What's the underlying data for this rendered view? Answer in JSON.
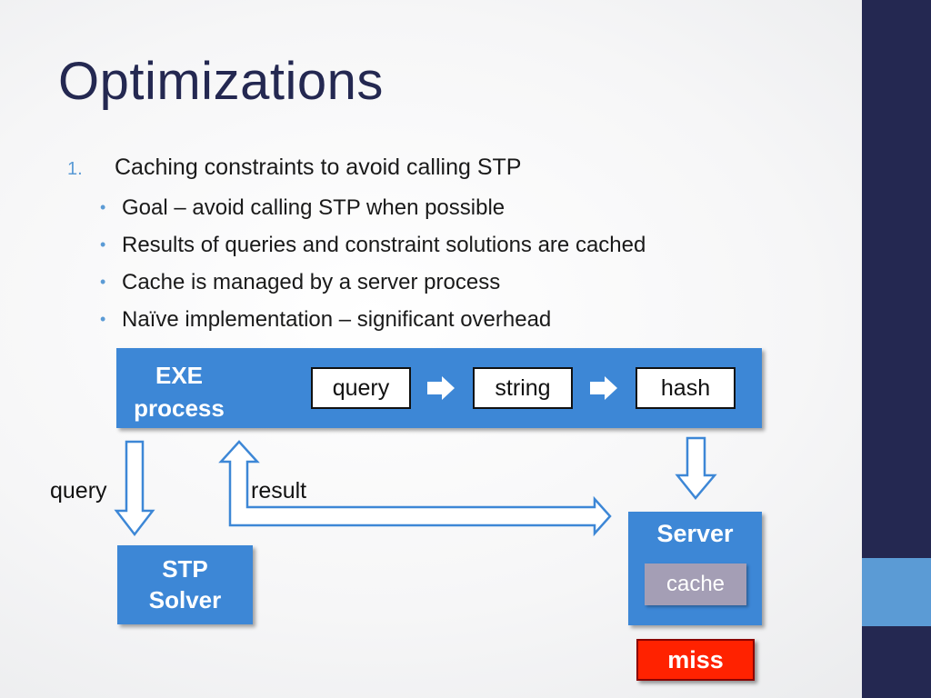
{
  "slide": {
    "title": "Optimizations",
    "bullet_number": "1.",
    "main_bullet": "Caching constraints to avoid calling STP",
    "bullet_marker": "•",
    "sub_bullets": [
      "Goal – avoid calling STP when possible",
      "Results of queries and constraint solutions are cached",
      "Cache is managed by a server process",
      "Naïve implementation – significant overhead"
    ]
  },
  "diagram": {
    "exe_line1": "EXE",
    "exe_line2": "process",
    "chips": [
      "query",
      "string",
      "hash"
    ],
    "stp_line1": "STP",
    "stp_line2": "Solver",
    "server": "Server",
    "cache": "cache",
    "miss": "miss",
    "query_label": "query",
    "result_label": "result"
  },
  "colors": {
    "sidebar": "#242851",
    "sidebar_accent": "#5b9bd5",
    "box_blue": "#3d87d6",
    "cache_gray": "#a49eb5",
    "miss_red": "#ff2200",
    "title": "#242851"
  }
}
